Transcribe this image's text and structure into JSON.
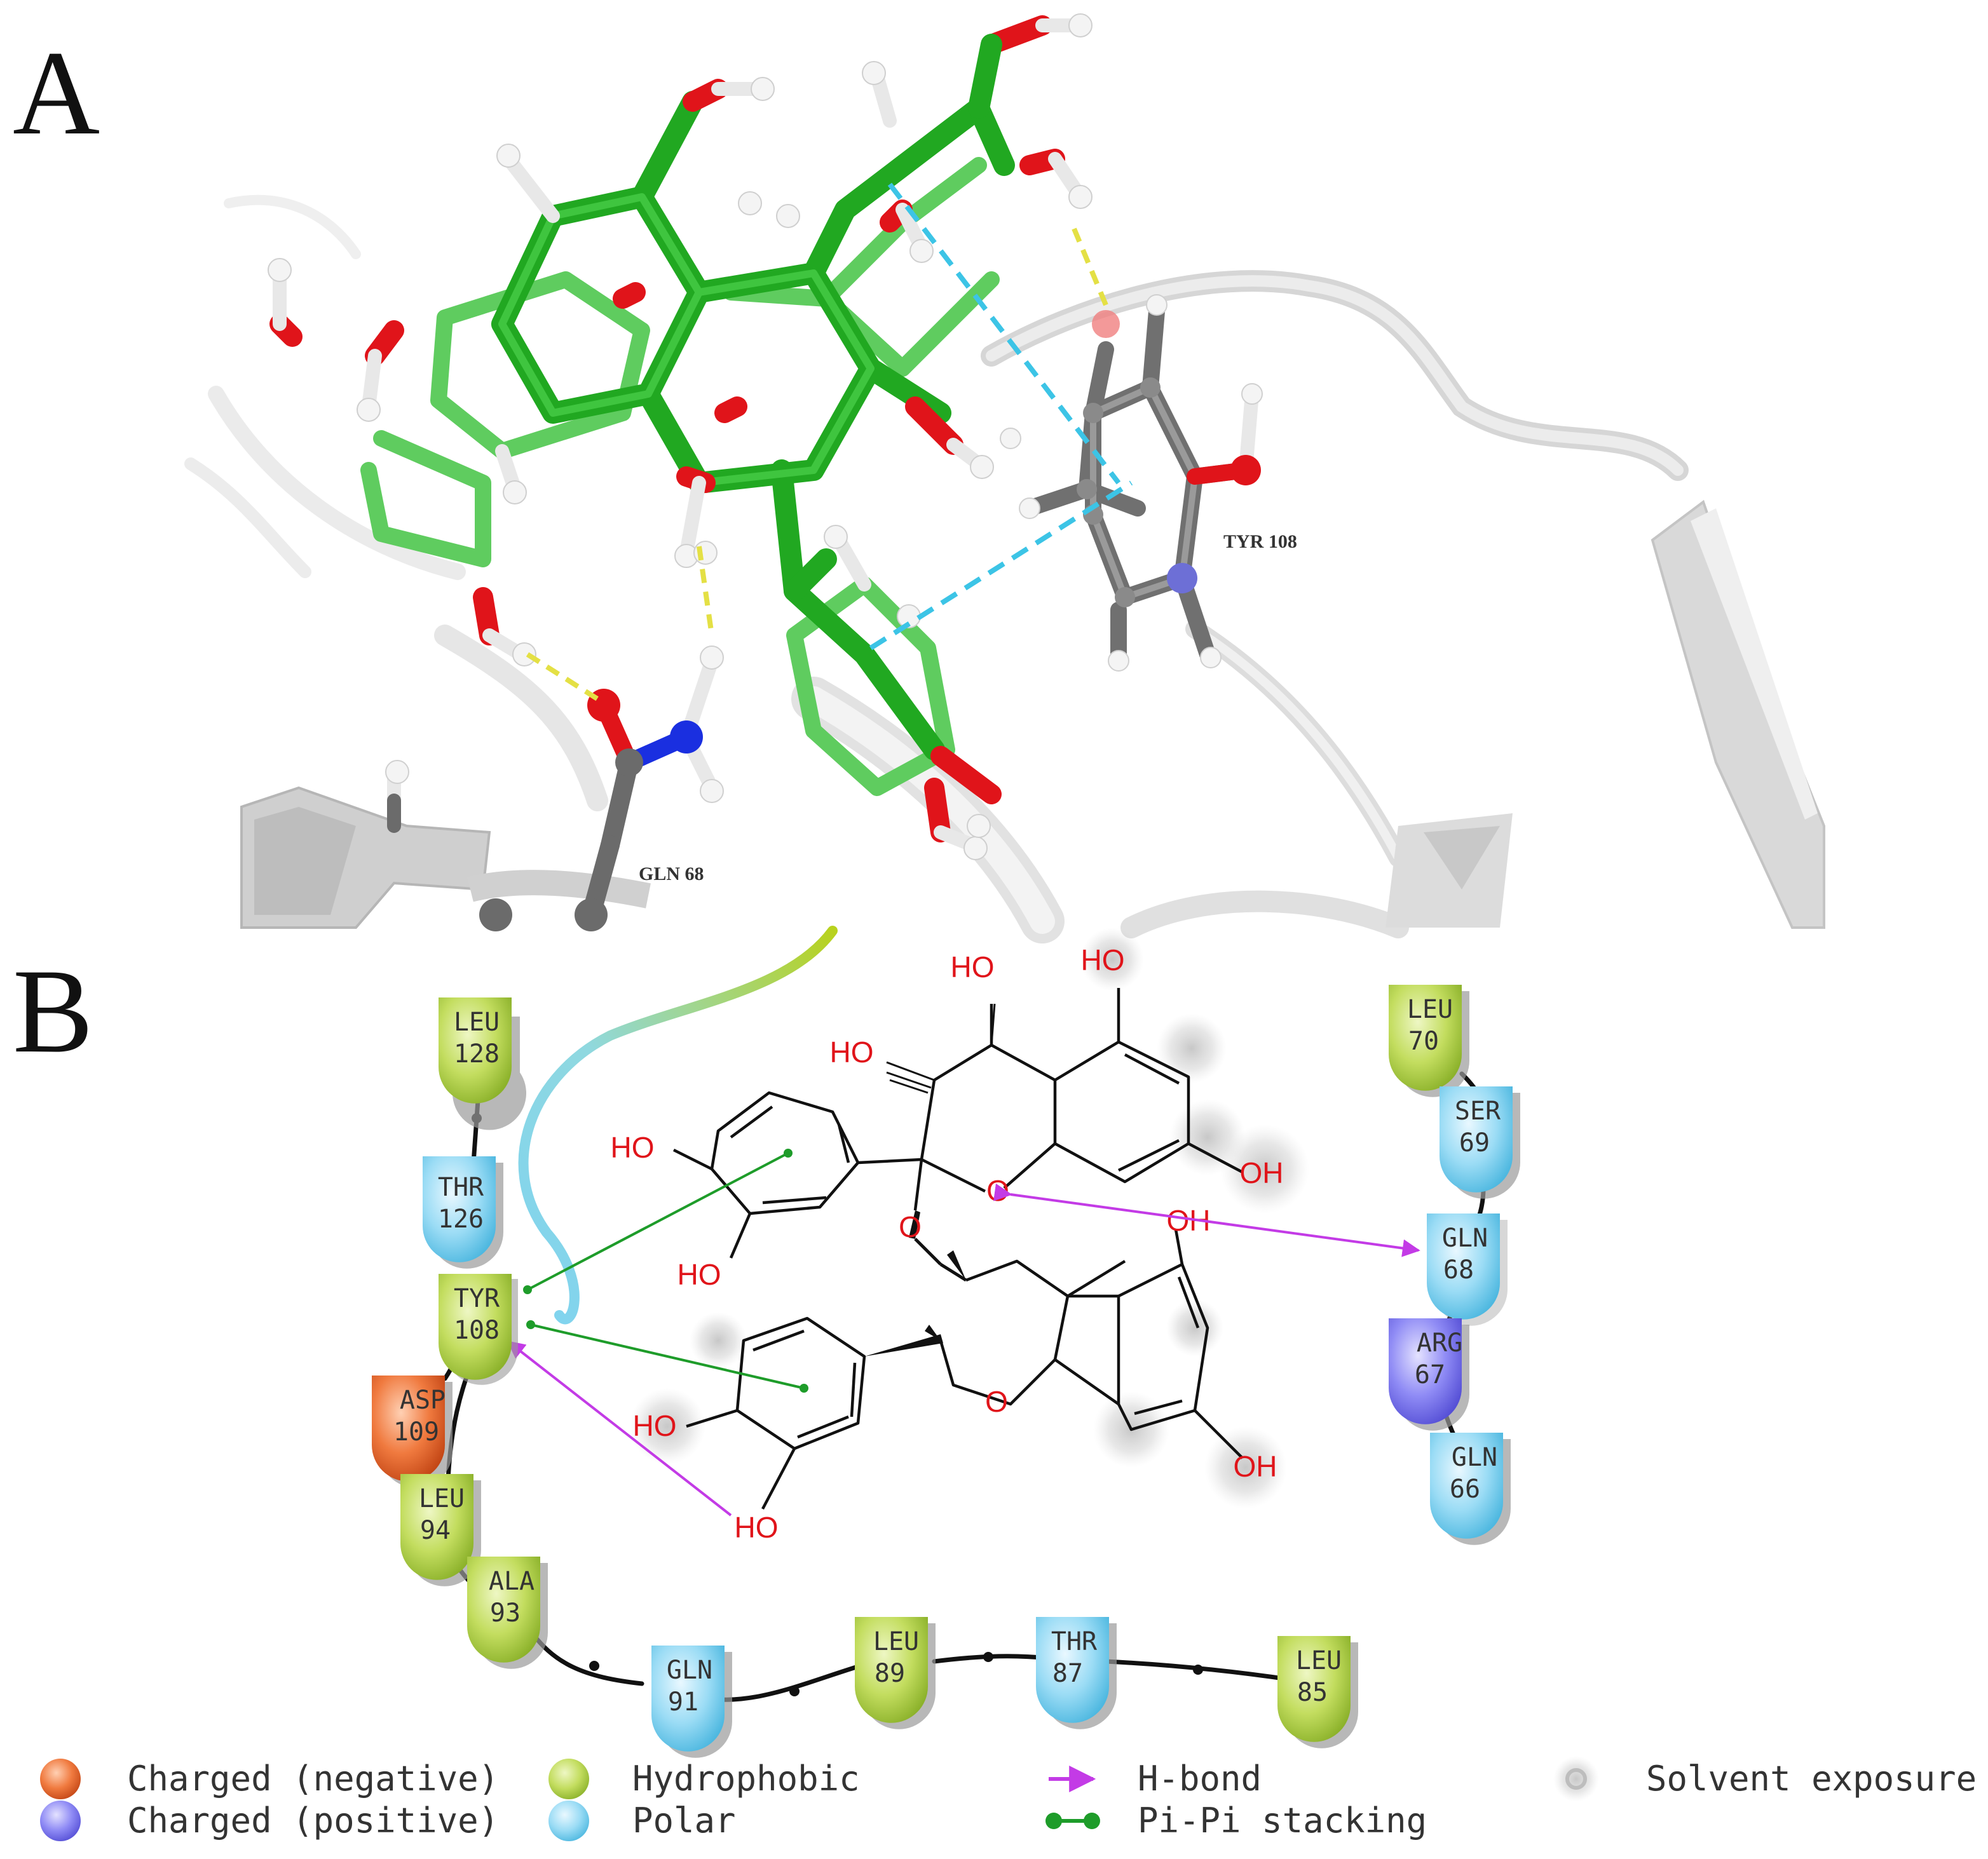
{
  "panels": {
    "a": {
      "letter": "A",
      "labels": [
        {
          "id": "tyr108",
          "text": "TYR 108"
        },
        {
          "id": "gln68",
          "text": "GLN 68"
        }
      ]
    },
    "b": {
      "letter": "B"
    }
  },
  "residues": [
    {
      "id": "leu128",
      "name": "LEU",
      "num": "128",
      "type": "hydrophobic"
    },
    {
      "id": "thr126",
      "name": "THR",
      "num": "126",
      "type": "polar"
    },
    {
      "id": "tyr108",
      "name": "TYR",
      "num": "108",
      "type": "hydrophobic"
    },
    {
      "id": "asp109",
      "name": "ASP",
      "num": "109",
      "type": "negative"
    },
    {
      "id": "leu94",
      "name": "LEU",
      "num": "94",
      "type": "hydrophobic"
    },
    {
      "id": "ala93",
      "name": "ALA",
      "num": "93",
      "type": "hydrophobic"
    },
    {
      "id": "gln91",
      "name": "GLN",
      "num": "91",
      "type": "polar"
    },
    {
      "id": "leu89",
      "name": "LEU",
      "num": "89",
      "type": "hydrophobic"
    },
    {
      "id": "thr87",
      "name": "THR",
      "num": "87",
      "type": "polar"
    },
    {
      "id": "leu85",
      "name": "LEU",
      "num": "85",
      "type": "hydrophobic"
    },
    {
      "id": "leu70",
      "name": "LEU",
      "num": "70",
      "type": "hydrophobic"
    },
    {
      "id": "ser69",
      "name": "SER",
      "num": "69",
      "type": "polar"
    },
    {
      "id": "gln68",
      "name": "GLN",
      "num": "68",
      "type": "polar"
    },
    {
      "id": "arg67",
      "name": "ARG",
      "num": "67",
      "type": "positive"
    },
    {
      "id": "gln66",
      "name": "GLN",
      "num": "66",
      "type": "polar"
    }
  ],
  "ligand_labels": [
    {
      "id": "ho1",
      "text": "HO"
    },
    {
      "id": "ho2",
      "text": "HO"
    },
    {
      "id": "ho3",
      "text": "HO"
    },
    {
      "id": "oh4",
      "text": "OH"
    },
    {
      "id": "ho5",
      "text": "HO"
    },
    {
      "id": "ho6",
      "text": "HO"
    },
    {
      "id": "o7",
      "text": "O"
    },
    {
      "id": "o8",
      "text": "O"
    },
    {
      "id": "oh9",
      "text": "OH"
    },
    {
      "id": "ho10",
      "text": "HO"
    },
    {
      "id": "ho11",
      "text": "HO"
    },
    {
      "id": "o12",
      "text": "O"
    },
    {
      "id": "oh13",
      "text": "OH"
    }
  ],
  "legend": [
    {
      "id": "neg",
      "label": "Charged (negative)"
    },
    {
      "id": "pos",
      "label": "Charged (positive)"
    },
    {
      "id": "hyd",
      "label": "Hydrophobic"
    },
    {
      "id": "pol",
      "label": "Polar"
    },
    {
      "id": "hb",
      "label": "H-bond"
    },
    {
      "id": "pi",
      "label": "Pi-Pi stacking"
    },
    {
      "id": "sol",
      "label": "Solvent exposure"
    }
  ],
  "colors": {
    "hydrophobic": "#b9d649",
    "polar": "#86d6f2",
    "negative": "#e8652c",
    "positive": "#7f7bef",
    "hbond": "#c33be6",
    "pipi": "#1e9c2a",
    "carbon_green": "#2bb52b",
    "oxygen": "#e0141a",
    "nitrogen": "#1a2fe0"
  }
}
